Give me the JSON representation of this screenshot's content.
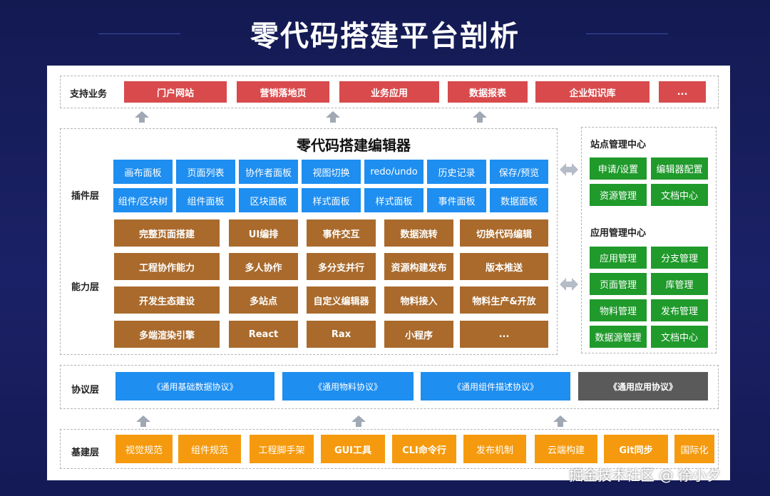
{
  "title": "零代码搭建平台剖析",
  "support": {
    "label": "支持业务",
    "items": [
      "门户网站",
      "营销落地页",
      "业务应用",
      "数据报表",
      "企业知识库",
      "..."
    ]
  },
  "editor": {
    "title": "零代码搭建编辑器",
    "plugin_label": "插件层",
    "plugin_row1": [
      "画布面板",
      "页面列表",
      "协作者面板",
      "视图切换",
      "redo/undo",
      "历史记录",
      "保存/预览"
    ],
    "plugin_row2": [
      "组件/区块树",
      "组件面板",
      "区块面板",
      "样式面板",
      "样式面板",
      "事件面板",
      "数据面板"
    ],
    "ability_label": "能力层",
    "ability_rows": [
      [
        "完整页面搭建",
        "UI编排",
        "事件交互",
        "数据流转",
        "切换代码编辑"
      ],
      [
        "工程协作能力",
        "多人协作",
        "多分支并行",
        "资源构建发布",
        "版本推送"
      ],
      [
        "开发生态建设",
        "多站点",
        "自定义编辑器",
        "物料接入",
        "物料生产&开放"
      ],
      [
        "多端渲染引擎",
        "React",
        "Rax",
        "小程序",
        "..."
      ]
    ]
  },
  "site_center": {
    "title": "站点管理中心",
    "items": [
      "申请/设置",
      "编辑器配置",
      "资源管理",
      "文档中心"
    ]
  },
  "app_center": {
    "title": "应用管理中心",
    "items": [
      "应用管理",
      "分支管理",
      "页面管理",
      "库管理",
      "物料管理",
      "发布管理",
      "数据源管理",
      "文档中心"
    ]
  },
  "protocol": {
    "label": "协议层",
    "items": [
      "《通用基础数据协议》",
      "《通用物料协议》",
      "《通用组件描述协议》",
      "《通用应用协议》"
    ]
  },
  "base": {
    "label": "基建层",
    "items": [
      "视觉规范",
      "组件规范",
      "工程脚手架",
      "GUI工具",
      "CLI命令行",
      "发布机制",
      "云端构建",
      "Git同步",
      "国际化"
    ]
  },
  "colors": {
    "support": "#d84a4c",
    "plugin": "#1e8ef0",
    "ability": "#a96a2c",
    "management": "#1f9a2b",
    "protocol": "#1e8ef0",
    "protocol_app": "#5a5a5a",
    "base": "#f59a0e"
  },
  "watermark": "掘金技术社区 @ 徐小夕"
}
